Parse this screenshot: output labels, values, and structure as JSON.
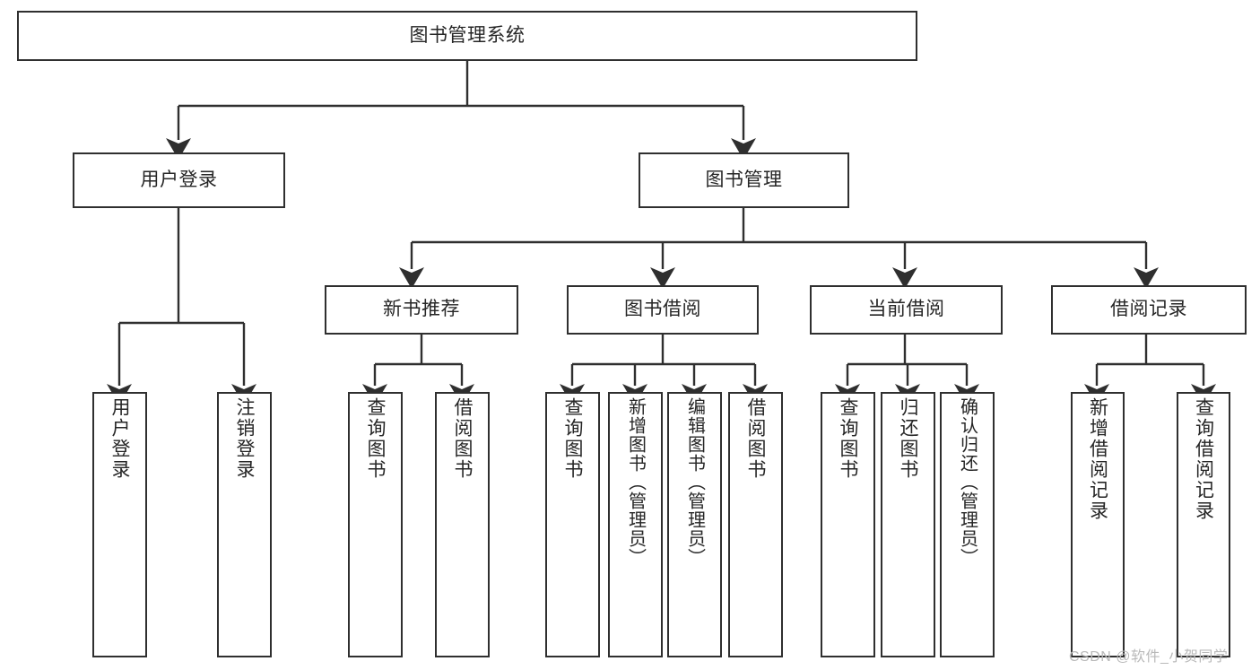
{
  "diagram": {
    "type": "tree",
    "title": "图书管理系统",
    "background_color": "#ffffff",
    "box_border_color": "#2f2f2f",
    "text_color": "#262626",
    "nodes": {
      "root": {
        "label": "图书管理系统"
      },
      "level1": [
        {
          "id": "user-login",
          "label": "用户登录"
        },
        {
          "id": "book-manage",
          "label": "图书管理"
        }
      ],
      "level2": [
        {
          "id": "new-book-recommend",
          "label": "新书推荐"
        },
        {
          "id": "book-borrow",
          "label": "图书借阅"
        },
        {
          "id": "current-borrow",
          "label": "当前借阅"
        },
        {
          "id": "borrow-record",
          "label": "借阅记录"
        }
      ],
      "leaves": [
        {
          "id": "leaf-user-login",
          "parent": "user-login",
          "label": "用户登录"
        },
        {
          "id": "leaf-logout",
          "parent": "user-login",
          "label": "注销登录"
        },
        {
          "id": "leaf-query-book-1",
          "parent": "new-book-recommend",
          "label": "查询图书"
        },
        {
          "id": "leaf-borrow-book-1",
          "parent": "new-book-recommend",
          "label": "借阅图书"
        },
        {
          "id": "leaf-query-book-2",
          "parent": "book-borrow",
          "label": "查询图书"
        },
        {
          "id": "leaf-add-book",
          "parent": "book-borrow",
          "label": "新增图书（管理员）"
        },
        {
          "id": "leaf-edit-book",
          "parent": "book-borrow",
          "label": "编辑图书（管理员）"
        },
        {
          "id": "leaf-borrow-book-2",
          "parent": "book-borrow",
          "label": "借阅图书"
        },
        {
          "id": "leaf-query-book-3",
          "parent": "current-borrow",
          "label": "查询图书"
        },
        {
          "id": "leaf-return-book",
          "parent": "current-borrow",
          "label": "归还图书"
        },
        {
          "id": "leaf-confirm-return",
          "parent": "current-borrow",
          "label": "确认归还（管理员）"
        },
        {
          "id": "leaf-add-record",
          "parent": "borrow-record",
          "label": "新增借阅记录"
        },
        {
          "id": "leaf-query-record",
          "parent": "borrow-record",
          "label": "查询借阅记录"
        }
      ]
    },
    "watermark": "CSDN @软件_小贺同学"
  }
}
